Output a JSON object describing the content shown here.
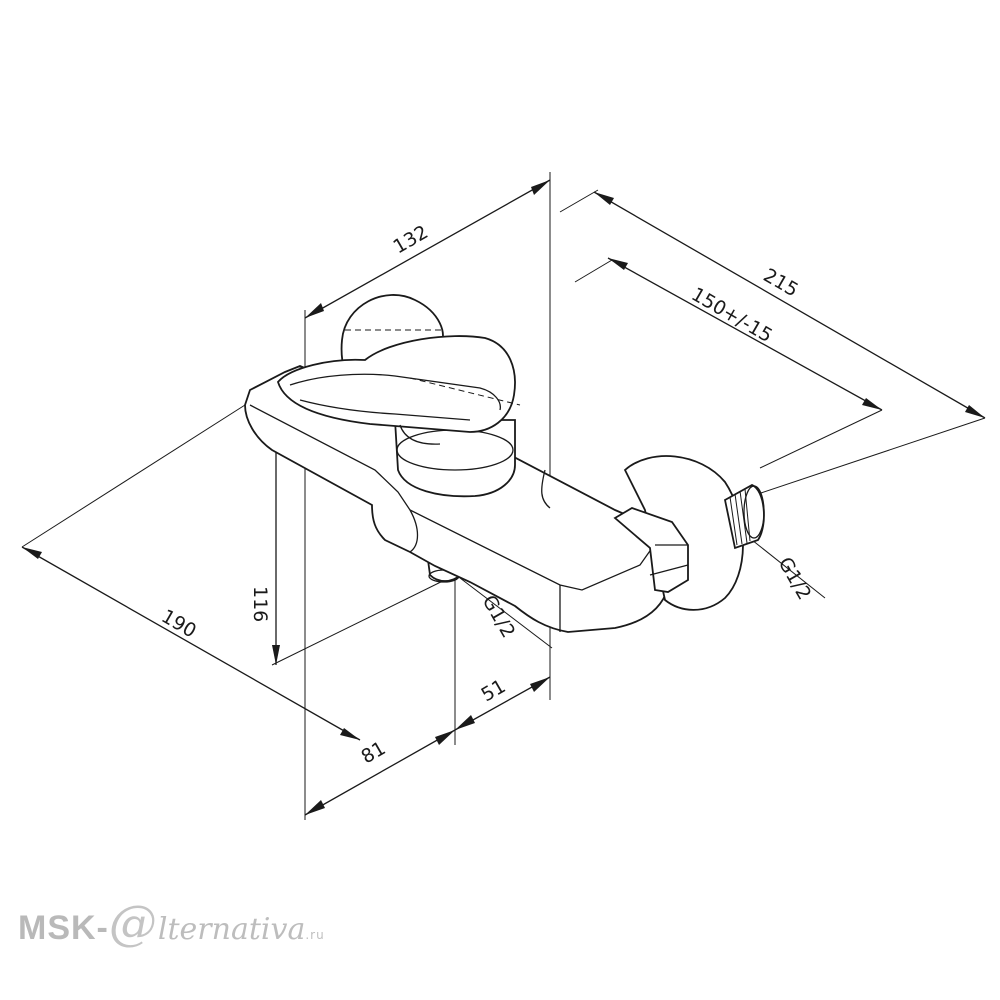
{
  "dimensions": {
    "d132": "132",
    "d215": "215",
    "d150": "150+/-15",
    "d116": "116",
    "d190": "190",
    "d81": "81",
    "d51": "51",
    "thread_bottom": "G1/2",
    "thread_side": "G1/2"
  },
  "watermark": {
    "prefix": "MSK-",
    "at": "@",
    "rest": "lternativa",
    "tld": ".ru"
  }
}
